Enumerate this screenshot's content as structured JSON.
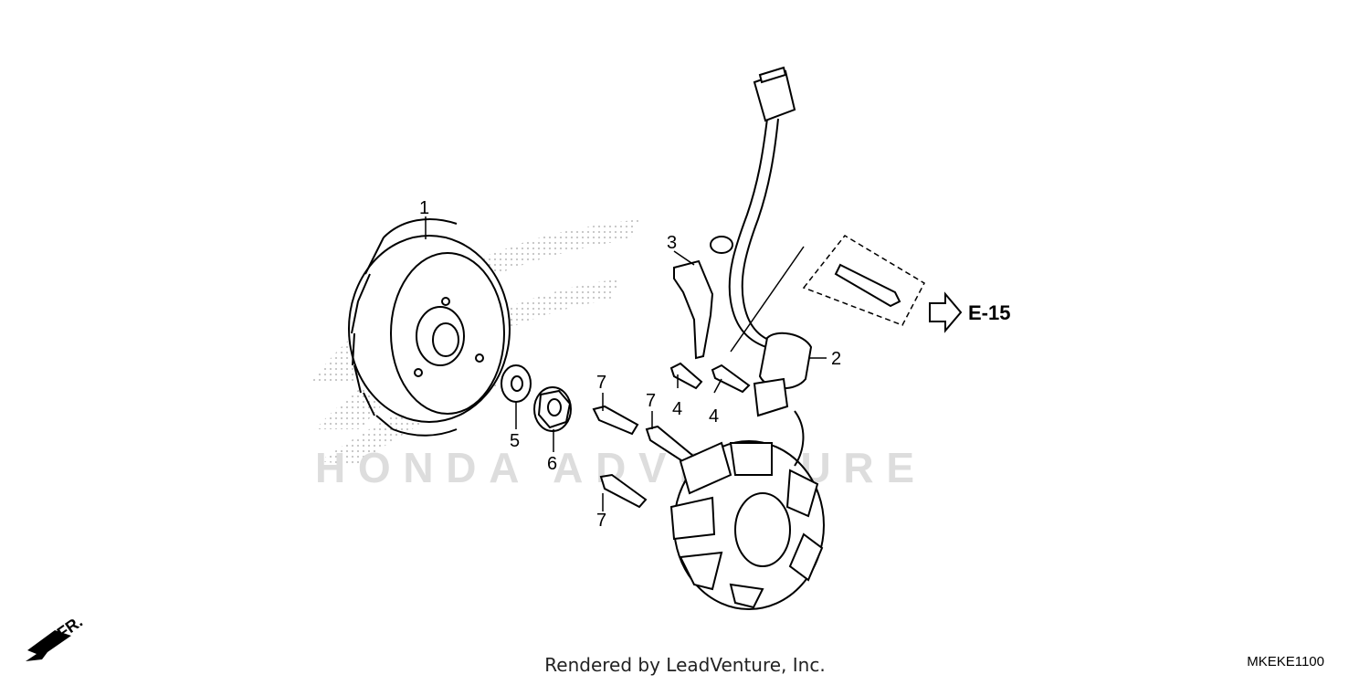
{
  "callouts": {
    "flywheel": "1",
    "stator": "2",
    "clamp": "3",
    "bolt_a": "4",
    "bolt_b": "4",
    "washer": "5",
    "nut": "6",
    "screw_a": "7",
    "screw_b": "7",
    "screw_c": "7"
  },
  "reference_label": "E-15",
  "front_label": "FR.",
  "footer_text": "Rendered by LeadVenture, Inc.",
  "diagram_code": "MKEKE1100",
  "watermark_text": "HONDA ADVENTURE",
  "colors": {
    "line": "#000000",
    "watermark": "#cfcfcf"
  }
}
